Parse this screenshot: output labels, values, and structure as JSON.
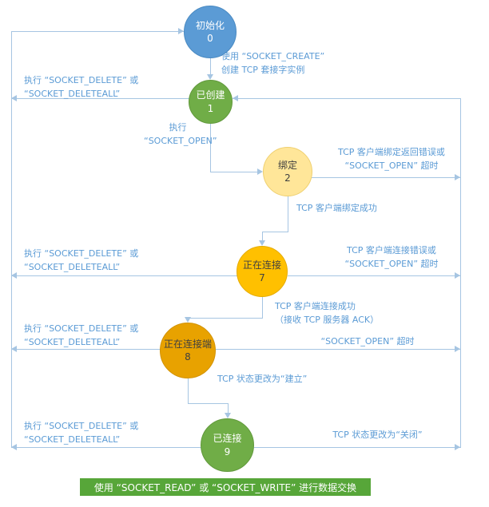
{
  "diagram": {
    "states": [
      {
        "id": "initialized",
        "label": "初始化",
        "num": "0"
      },
      {
        "id": "created",
        "label": "已创建",
        "num": "1"
      },
      {
        "id": "bound",
        "label": "绑定",
        "num": "2"
      },
      {
        "id": "connecting",
        "label": "正在连接",
        "num": "7"
      },
      {
        "id": "connecting-peer",
        "label": "正在连接端",
        "num": "8"
      },
      {
        "id": "connected",
        "label": "已连接",
        "num": "9"
      }
    ],
    "labels": {
      "create": "使用 “SOCKET_CREATE”\n创建 TCP 套接字实例",
      "delete_top": "执行 “SOCKET_DELETE” 或\n“SOCKET_DELETEALL”",
      "open": "执行\n“SOCKET_OPEN”",
      "bind_error": "TCP 客户端绑定返回错误或\n“SOCKET_OPEN” 超时",
      "bind_ok": "TCP 客户端绑定成功",
      "conn_error": "TCP 客户端连接错误或\n“SOCKET_OPEN” 超时",
      "delete_mid": "执行 “SOCKET_DELETE” 或\n“SOCKET_DELETEALL”",
      "conn_ok": "TCP 客户端连接成功\n（接收 TCP 服务器 ACK）",
      "delete_low": "执行 “SOCKET_DELETE” 或\n“SOCKET_DELETEALL”",
      "open_timeout": "“SOCKET_OPEN” 超时",
      "established": "TCP 状态更改为“建立”",
      "delete_bottom": "执行 “SOCKET_DELETE” 或\n“SOCKET_DELETEALL”",
      "closed": "TCP 状态更改为“关闭”",
      "banner": "使用 “SOCKET_READ” 或 “SOCKET_WRITE” 进行数据交换"
    },
    "colors": {
      "line": "#a6c5e2",
      "label_text": "#5b9bd5",
      "state_initialized": "#5b9bd5",
      "state_created": "#70ad47",
      "state_bound": "#ffe699",
      "state_connecting": "#ffc000",
      "state_connecting_peer": "#e8a200",
      "state_connected": "#70ad47",
      "banner_bg": "#57a639"
    }
  }
}
